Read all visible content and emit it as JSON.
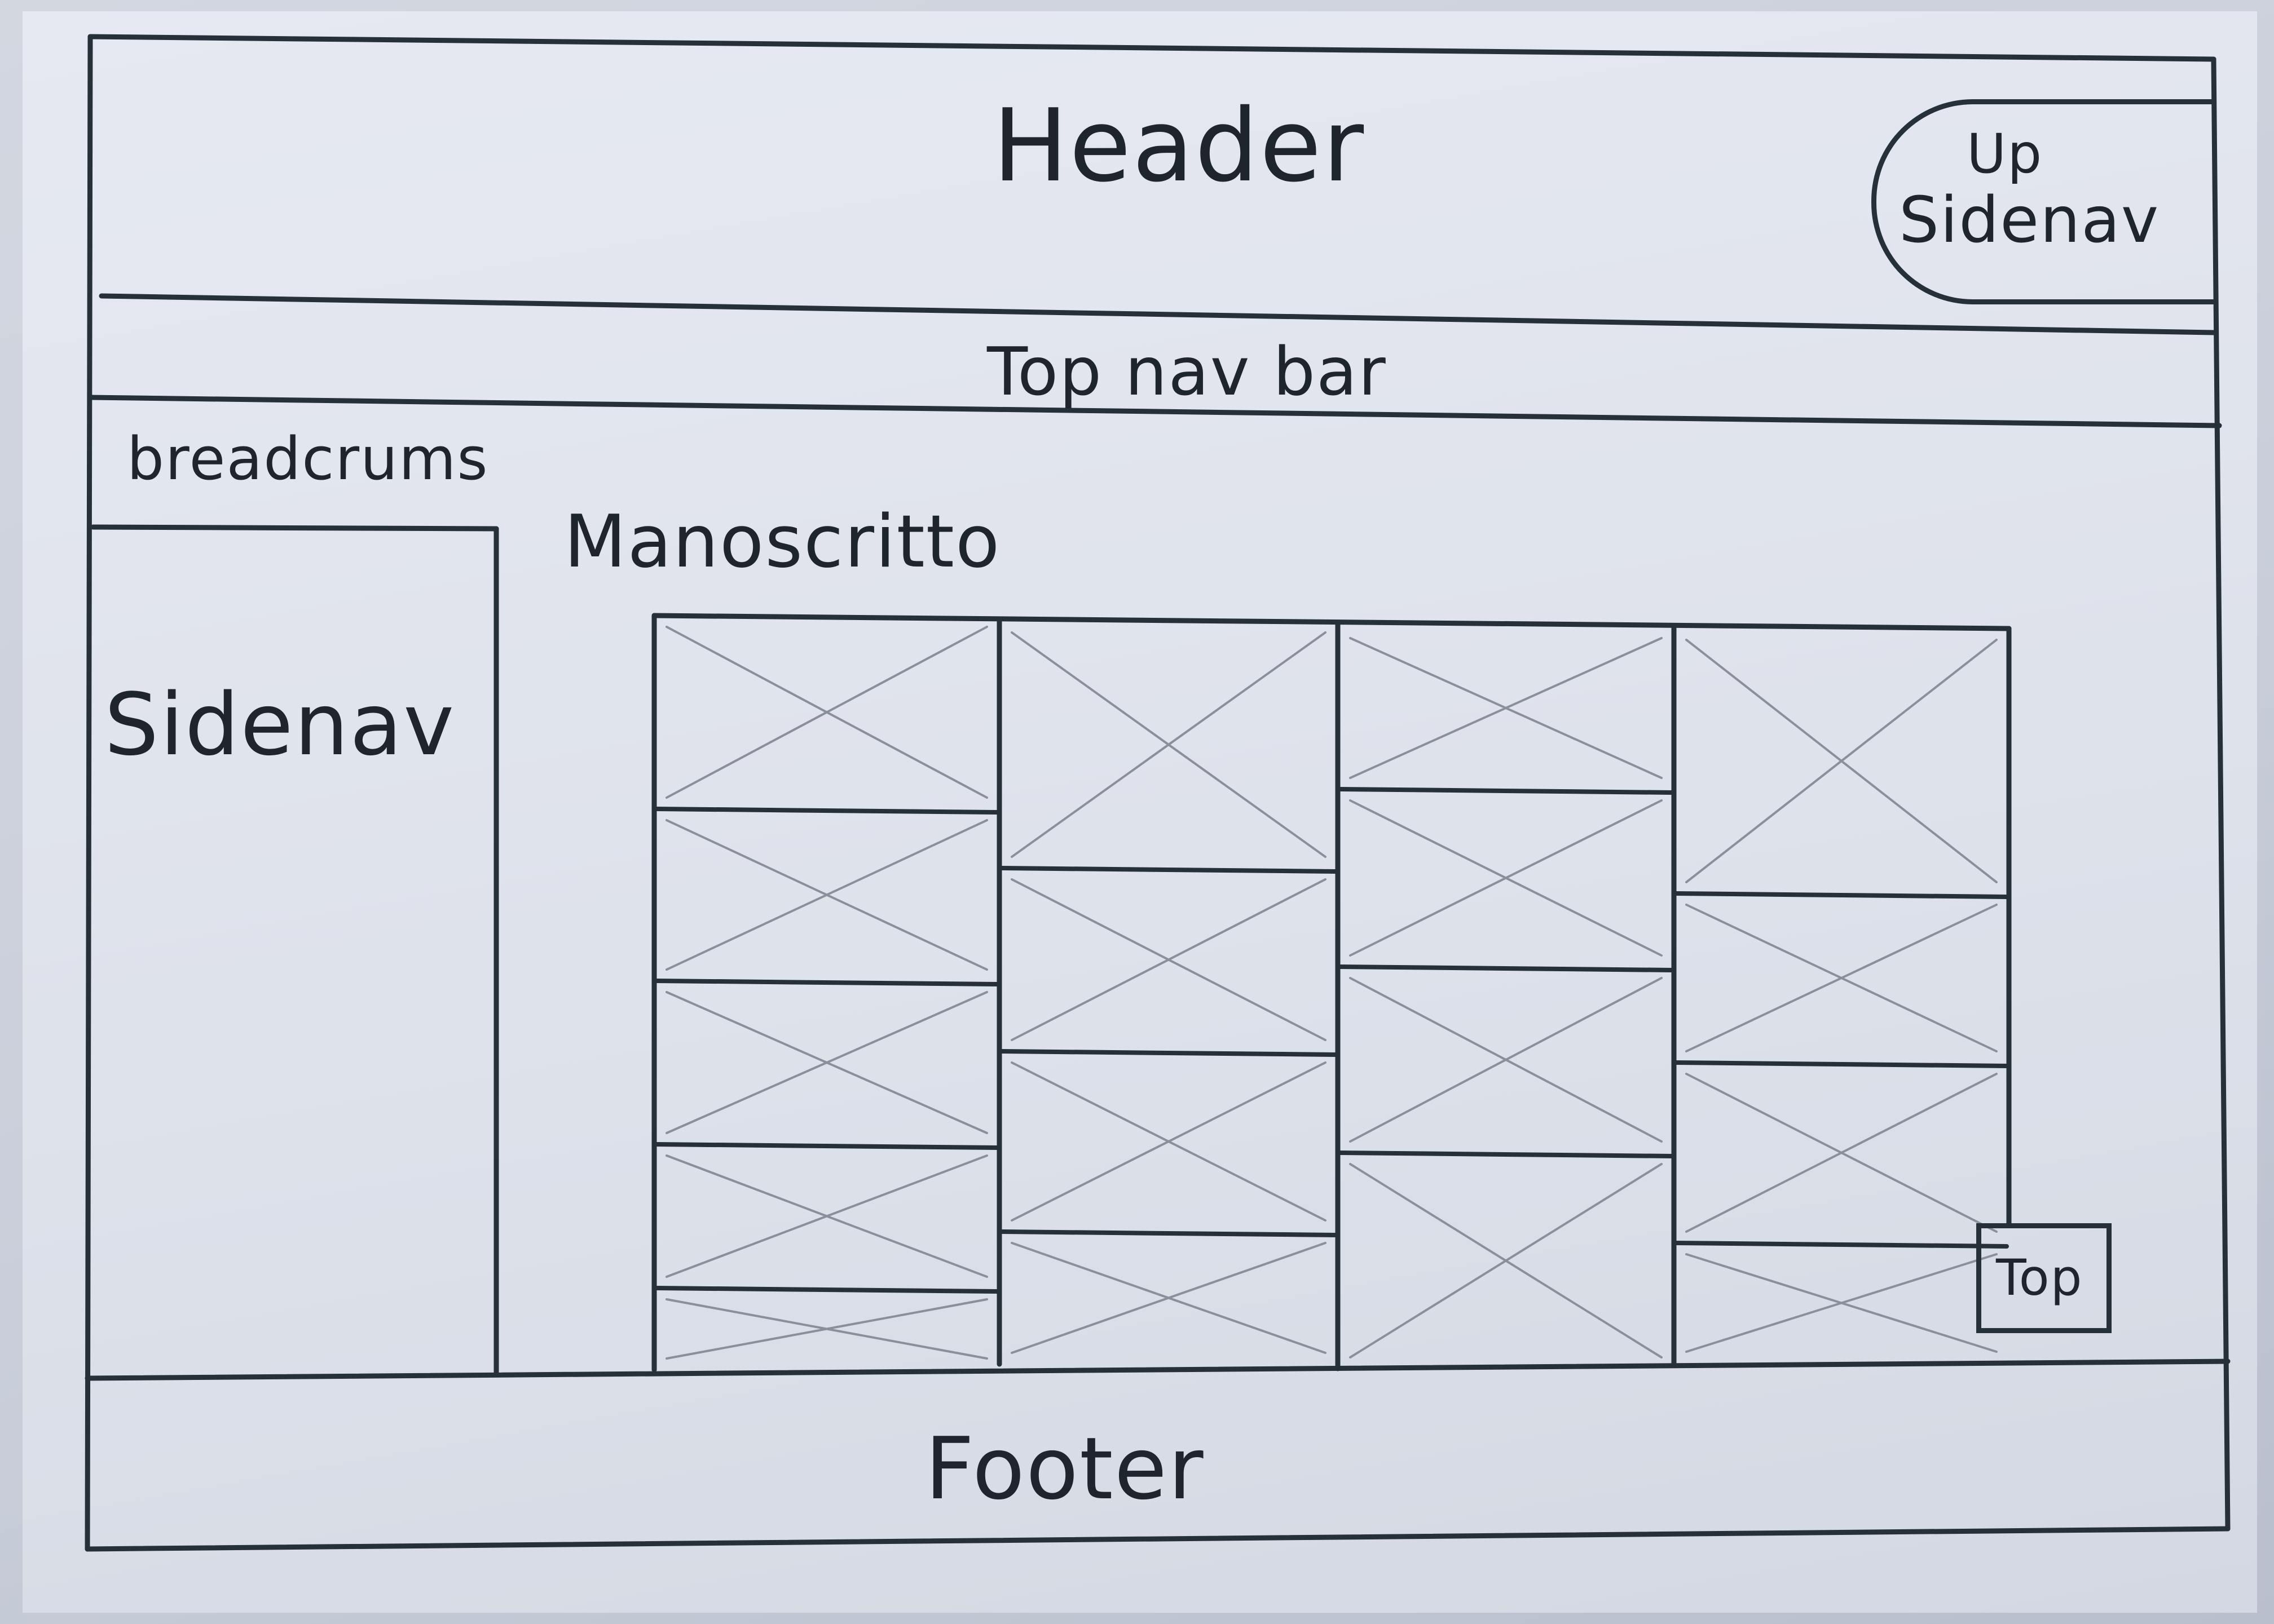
{
  "header": {
    "title": "Header",
    "up_sidenav_button": {
      "line1": "Up",
      "line2": "Sidenav"
    }
  },
  "top_navbar": {
    "label": "Top nav bar"
  },
  "breadcrumbs": {
    "label": "breadcrums"
  },
  "sidenav": {
    "label": "Sidenav"
  },
  "main": {
    "title": "Manoscritto",
    "gallery": {
      "image_placeholder_icon": "crossed-box-icon",
      "columns": [
        {
          "tiles": 5
        },
        {
          "tiles": 4
        },
        {
          "tiles": 4
        },
        {
          "tiles": 4
        }
      ]
    },
    "top_button": {
      "label": "Top"
    }
  },
  "footer": {
    "label": "Footer"
  },
  "colors": {
    "ink": "#263038",
    "pencil": "#8a909b",
    "paper": "#e3e6ee"
  }
}
